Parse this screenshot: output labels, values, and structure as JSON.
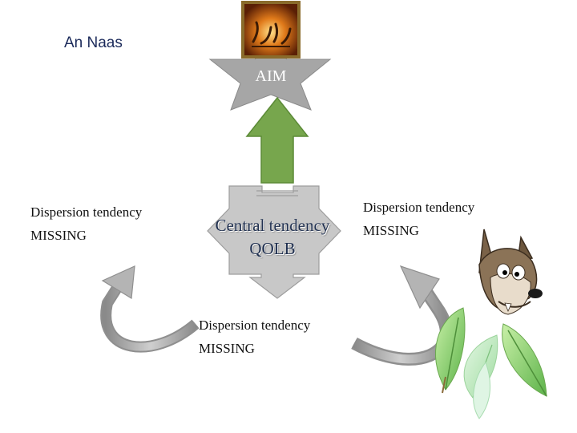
{
  "title": "An Naas",
  "aim": {
    "label": "AIM"
  },
  "central": {
    "line1": "Central tendency",
    "line2": "QOLB"
  },
  "dispersion_left": {
    "line1": "Dispersion tendency",
    "line2": "MISSING"
  },
  "dispersion_right": {
    "line1": "Dispersion tendency",
    "line2": "MISSING"
  },
  "dispersion_bottom": {
    "line1": "Dispersion tendency",
    "line2": "MISSING"
  },
  "colors": {
    "star": "#a6a6a6",
    "up_arrow": "#77a64d",
    "cross_arrow": "#c8c8c8",
    "curved_arrow": "#b4b4b4",
    "leaf": "#8fd07a"
  },
  "icons": [
    "calligraphy-image",
    "wolf-image",
    "leaves-image"
  ]
}
